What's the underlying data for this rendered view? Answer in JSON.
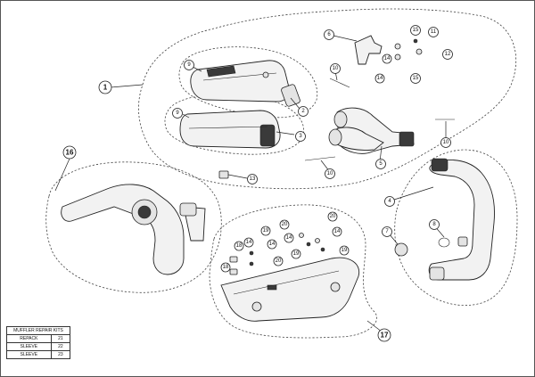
{
  "diagram": {
    "callouts": [
      {
        "id": "c1",
        "label": "1"
      },
      {
        "id": "c2",
        "label": "2"
      },
      {
        "id": "c3",
        "label": "3"
      },
      {
        "id": "c4",
        "label": "4"
      },
      {
        "id": "c5",
        "label": "5"
      },
      {
        "id": "c6",
        "label": "6"
      },
      {
        "id": "c7",
        "label": "7"
      },
      {
        "id": "c8",
        "label": "8"
      },
      {
        "id": "c9a",
        "label": "9"
      },
      {
        "id": "c9b",
        "label": "9"
      },
      {
        "id": "c10a",
        "label": "10"
      },
      {
        "id": "c10b",
        "label": "10"
      },
      {
        "id": "c10c",
        "label": "10"
      },
      {
        "id": "c11",
        "label": "11"
      },
      {
        "id": "c12",
        "label": "12"
      },
      {
        "id": "c13",
        "label": "13"
      },
      {
        "id": "c14a",
        "label": "14"
      },
      {
        "id": "c14b",
        "label": "14"
      },
      {
        "id": "c14c",
        "label": "14"
      },
      {
        "id": "c14d",
        "label": "14"
      },
      {
        "id": "c14e",
        "label": "14"
      },
      {
        "id": "c14f",
        "label": "14"
      },
      {
        "id": "c15a",
        "label": "15"
      },
      {
        "id": "c15b",
        "label": "15"
      },
      {
        "id": "c16",
        "label": "16"
      },
      {
        "id": "c17",
        "label": "17"
      },
      {
        "id": "c18a",
        "label": "18"
      },
      {
        "id": "c18b",
        "label": "18"
      },
      {
        "id": "c19a",
        "label": "19"
      },
      {
        "id": "c19b",
        "label": "19"
      },
      {
        "id": "c19c",
        "label": "19"
      },
      {
        "id": "c20a",
        "label": "20"
      },
      {
        "id": "c20b",
        "label": "20"
      },
      {
        "id": "c20c",
        "label": "20"
      }
    ]
  },
  "repair_kits": {
    "title": "MUFFLER REPAIR KITS",
    "rows": [
      {
        "name": "REPACK",
        "code": "21"
      },
      {
        "name": "SLEEVE",
        "code": "22"
      },
      {
        "name": "SLEEVE",
        "code": "23"
      }
    ]
  }
}
